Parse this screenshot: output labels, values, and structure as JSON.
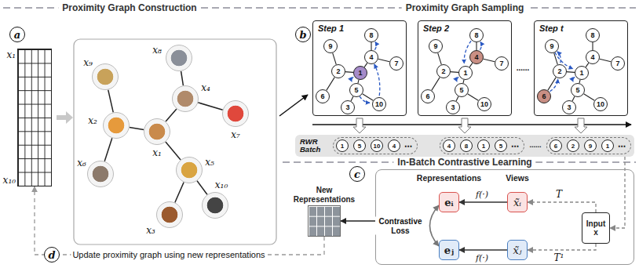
{
  "diagram": {
    "nodes": [
      {
        "text": [
          "a"
        ]
      },
      {
        "text": [
          "x₁",
          "x₁₀"
        ]
      },
      {
        "text": [
          "x₁"
        ]
      },
      {
        "text": [
          "x₂"
        ]
      },
      {
        "text": [
          "x₃"
        ]
      },
      {
        "text": [
          "x₄"
        ]
      },
      {
        "text": [
          "x₅"
        ]
      },
      {
        "text": [
          "x₆"
        ]
      },
      {
        "text": [
          "x₇"
        ]
      },
      {
        "text": [
          "x₈"
        ]
      },
      {
        "text": [
          "x₉"
        ]
      },
      {
        "text": [
          "x₁₀"
        ]
      },
      {
        "text": [
          "b"
        ]
      },
      {
        "text": [
          "Step 1"
        ]
      },
      {
        "text": [
          "1"
        ],
        "in": 13
      },
      {
        "text": [
          "2"
        ],
        "in": 13
      },
      {
        "text": [
          "3"
        ],
        "in": 13
      },
      {
        "text": [
          "4"
        ],
        "in": 13
      },
      {
        "text": [
          "5"
        ],
        "in": 13
      },
      {
        "text": [
          "6"
        ],
        "in": 13
      },
      {
        "text": [
          "7"
        ],
        "in": 13
      },
      {
        "text": [
          "8"
        ],
        "in": 13
      },
      {
        "text": [
          "9"
        ],
        "in": 13
      },
      {
        "text": [
          "10"
        ],
        "in": 13
      },
      {
        "text": [
          "Step 2"
        ]
      },
      {
        "text": [
          "1"
        ],
        "in": 24
      },
      {
        "text": [
          "2"
        ],
        "in": 24
      },
      {
        "text": [
          "3"
        ],
        "in": 24
      },
      {
        "text": [
          "4"
        ],
        "in": 24
      },
      {
        "text": [
          "5"
        ],
        "in": 24
      },
      {
        "text": [
          "6"
        ],
        "in": 24
      },
      {
        "text": [
          "7"
        ],
        "in": 24
      },
      {
        "text": [
          "8"
        ],
        "in": 24
      },
      {
        "text": [
          "9"
        ],
        "in": 24
      },
      {
        "text": [
          "10"
        ],
        "in": 24
      },
      {
        "text": [
          "Step t"
        ]
      },
      {
        "text": [
          "1"
        ],
        "in": 35
      },
      {
        "text": [
          "2"
        ],
        "in": 35
      },
      {
        "text": [
          "3"
        ],
        "in": 35
      },
      {
        "text": [
          "4"
        ],
        "in": 35
      },
      {
        "text": [
          "5"
        ],
        "in": 35
      },
      {
        "text": [
          "6"
        ],
        "in": 35
      },
      {
        "text": [
          "7"
        ],
        "in": 35
      },
      {
        "text": [
          "8"
        ],
        "in": 35
      },
      {
        "text": [
          "9"
        ],
        "in": 35
      },
      {
        "text": [
          "10"
        ],
        "in": 35
      },
      {
        "text": [
          "RWR Batch"
        ]
      },
      {
        "text": [
          "1"
        ],
        "in": 46
      },
      {
        "text": [
          "5"
        ],
        "in": 46
      },
      {
        "text": [
          "10"
        ],
        "in": 46
      },
      {
        "text": [
          "4"
        ],
        "in": 46
      },
      {
        "text": [
          "4"
        ],
        "in": 46
      },
      {
        "text": [
          "8"
        ],
        "in": 46
      },
      {
        "text": [
          "1"
        ],
        "in": 46
      },
      {
        "text": [
          "5"
        ],
        "in": 46
      },
      {
        "text": [
          "6"
        ],
        "in": 46
      },
      {
        "text": [
          "2"
        ],
        "in": 46
      },
      {
        "text": [
          "9"
        ],
        "in": 46
      },
      {
        "text": [
          "1"
        ],
        "in": 46
      },
      {
        "text": [
          "c"
        ]
      },
      {
        "text": [
          "New Representations"
        ]
      },
      {
        "text": [
          "Representations",
          "Views"
        ]
      },
      {
        "text": [
          "eᵢ"
        ],
        "in": 61
      },
      {
        "text": [
          "x̃ᵢ"
        ],
        "in": 61
      },
      {
        "text": [
          "Input x"
        ],
        "in": 61
      },
      {
        "text": [
          "eⱼ"
        ],
        "in": 61
      },
      {
        "text": [
          "x̃ⱼ"
        ],
        "in": 61
      },
      {
        "text": [
          "d"
        ]
      }
    ],
    "edges": [
      {
        "from": 2,
        "to": 3,
        "arrow": "none"
      },
      {
        "from": 2,
        "to": 5,
        "arrow": "none"
      },
      {
        "from": 2,
        "to": 6,
        "arrow": "none"
      },
      {
        "from": 3,
        "to": 10,
        "arrow": "none"
      },
      {
        "from": 3,
        "to": 7,
        "arrow": "none"
      },
      {
        "from": 5,
        "to": 9,
        "arrow": "none"
      },
      {
        "from": 5,
        "to": 8,
        "arrow": "none"
      },
      {
        "from": 6,
        "to": 4,
        "arrow": "none"
      },
      {
        "from": 6,
        "to": 11,
        "arrow": "none"
      },
      {
        "from": 14,
        "to": 15,
        "arrow": "none"
      },
      {
        "from": 14,
        "to": 17,
        "arrow": "none"
      },
      {
        "from": 14,
        "to": 18,
        "arrow": "none"
      },
      {
        "from": 15,
        "to": 22,
        "arrow": "none"
      },
      {
        "from": 15,
        "to": 19,
        "arrow": "none"
      },
      {
        "from": 17,
        "to": 21,
        "arrow": "none"
      },
      {
        "from": 17,
        "to": 20,
        "arrow": "none"
      },
      {
        "from": 18,
        "to": 16,
        "arrow": "none"
      },
      {
        "from": 18,
        "to": 23,
        "arrow": "none"
      },
      {
        "from": 25,
        "to": 26,
        "arrow": "none"
      },
      {
        "from": 25,
        "to": 28,
        "arrow": "none"
      },
      {
        "from": 25,
        "to": 29,
        "arrow": "none"
      },
      {
        "from": 26,
        "to": 33,
        "arrow": "none"
      },
      {
        "from": 26,
        "to": 30,
        "arrow": "none"
      },
      {
        "from": 28,
        "to": 32,
        "arrow": "none"
      },
      {
        "from": 28,
        "to": 31,
        "arrow": "none"
      },
      {
        "from": 29,
        "to": 27,
        "arrow": "none"
      },
      {
        "from": 29,
        "to": 34,
        "arrow": "none"
      },
      {
        "from": 36,
        "to": 37,
        "arrow": "none"
      },
      {
        "from": 36,
        "to": 39,
        "arrow": "none"
      },
      {
        "from": 36,
        "to": 40,
        "arrow": "none"
      },
      {
        "from": 37,
        "to": 44,
        "arrow": "none"
      },
      {
        "from": 37,
        "to": 41,
        "arrow": "none"
      },
      {
        "from": 39,
        "to": 43,
        "arrow": "none"
      },
      {
        "from": 39,
        "to": 42,
        "arrow": "none"
      },
      {
        "from": 40,
        "to": 38,
        "arrow": "none"
      },
      {
        "from": 40,
        "to": 45,
        "arrow": "none"
      },
      {
        "from": 46,
        "to": 64,
        "arrow": "to"
      },
      {
        "from": 64,
        "to": 63,
        "label": "T",
        "arrow": "to"
      },
      {
        "from": 64,
        "to": 66,
        "label": "T¹",
        "arrow": "to"
      },
      {
        "from": 63,
        "to": 62,
        "label": "f(·)",
        "arrow": "to"
      },
      {
        "from": 66,
        "to": 65,
        "label": "f(·)",
        "arrow": "to"
      },
      {
        "from": 62,
        "to": 65,
        "label": "Contrastive Loss",
        "arrow": "both"
      },
      {
        "from": 61,
        "to": 60,
        "arrow": "to"
      },
      {
        "from": 60,
        "to": 1,
        "label": "Update proximity graph using new representations",
        "arrow": "to"
      }
    ],
    "labels": [
      "Proximity Graph Construction",
      "Proximity Graph Sampling",
      "In-Batch Contrastive Learning",
      "......",
      "⋯",
      "⋯",
      "......",
      "⋯"
    ]
  }
}
